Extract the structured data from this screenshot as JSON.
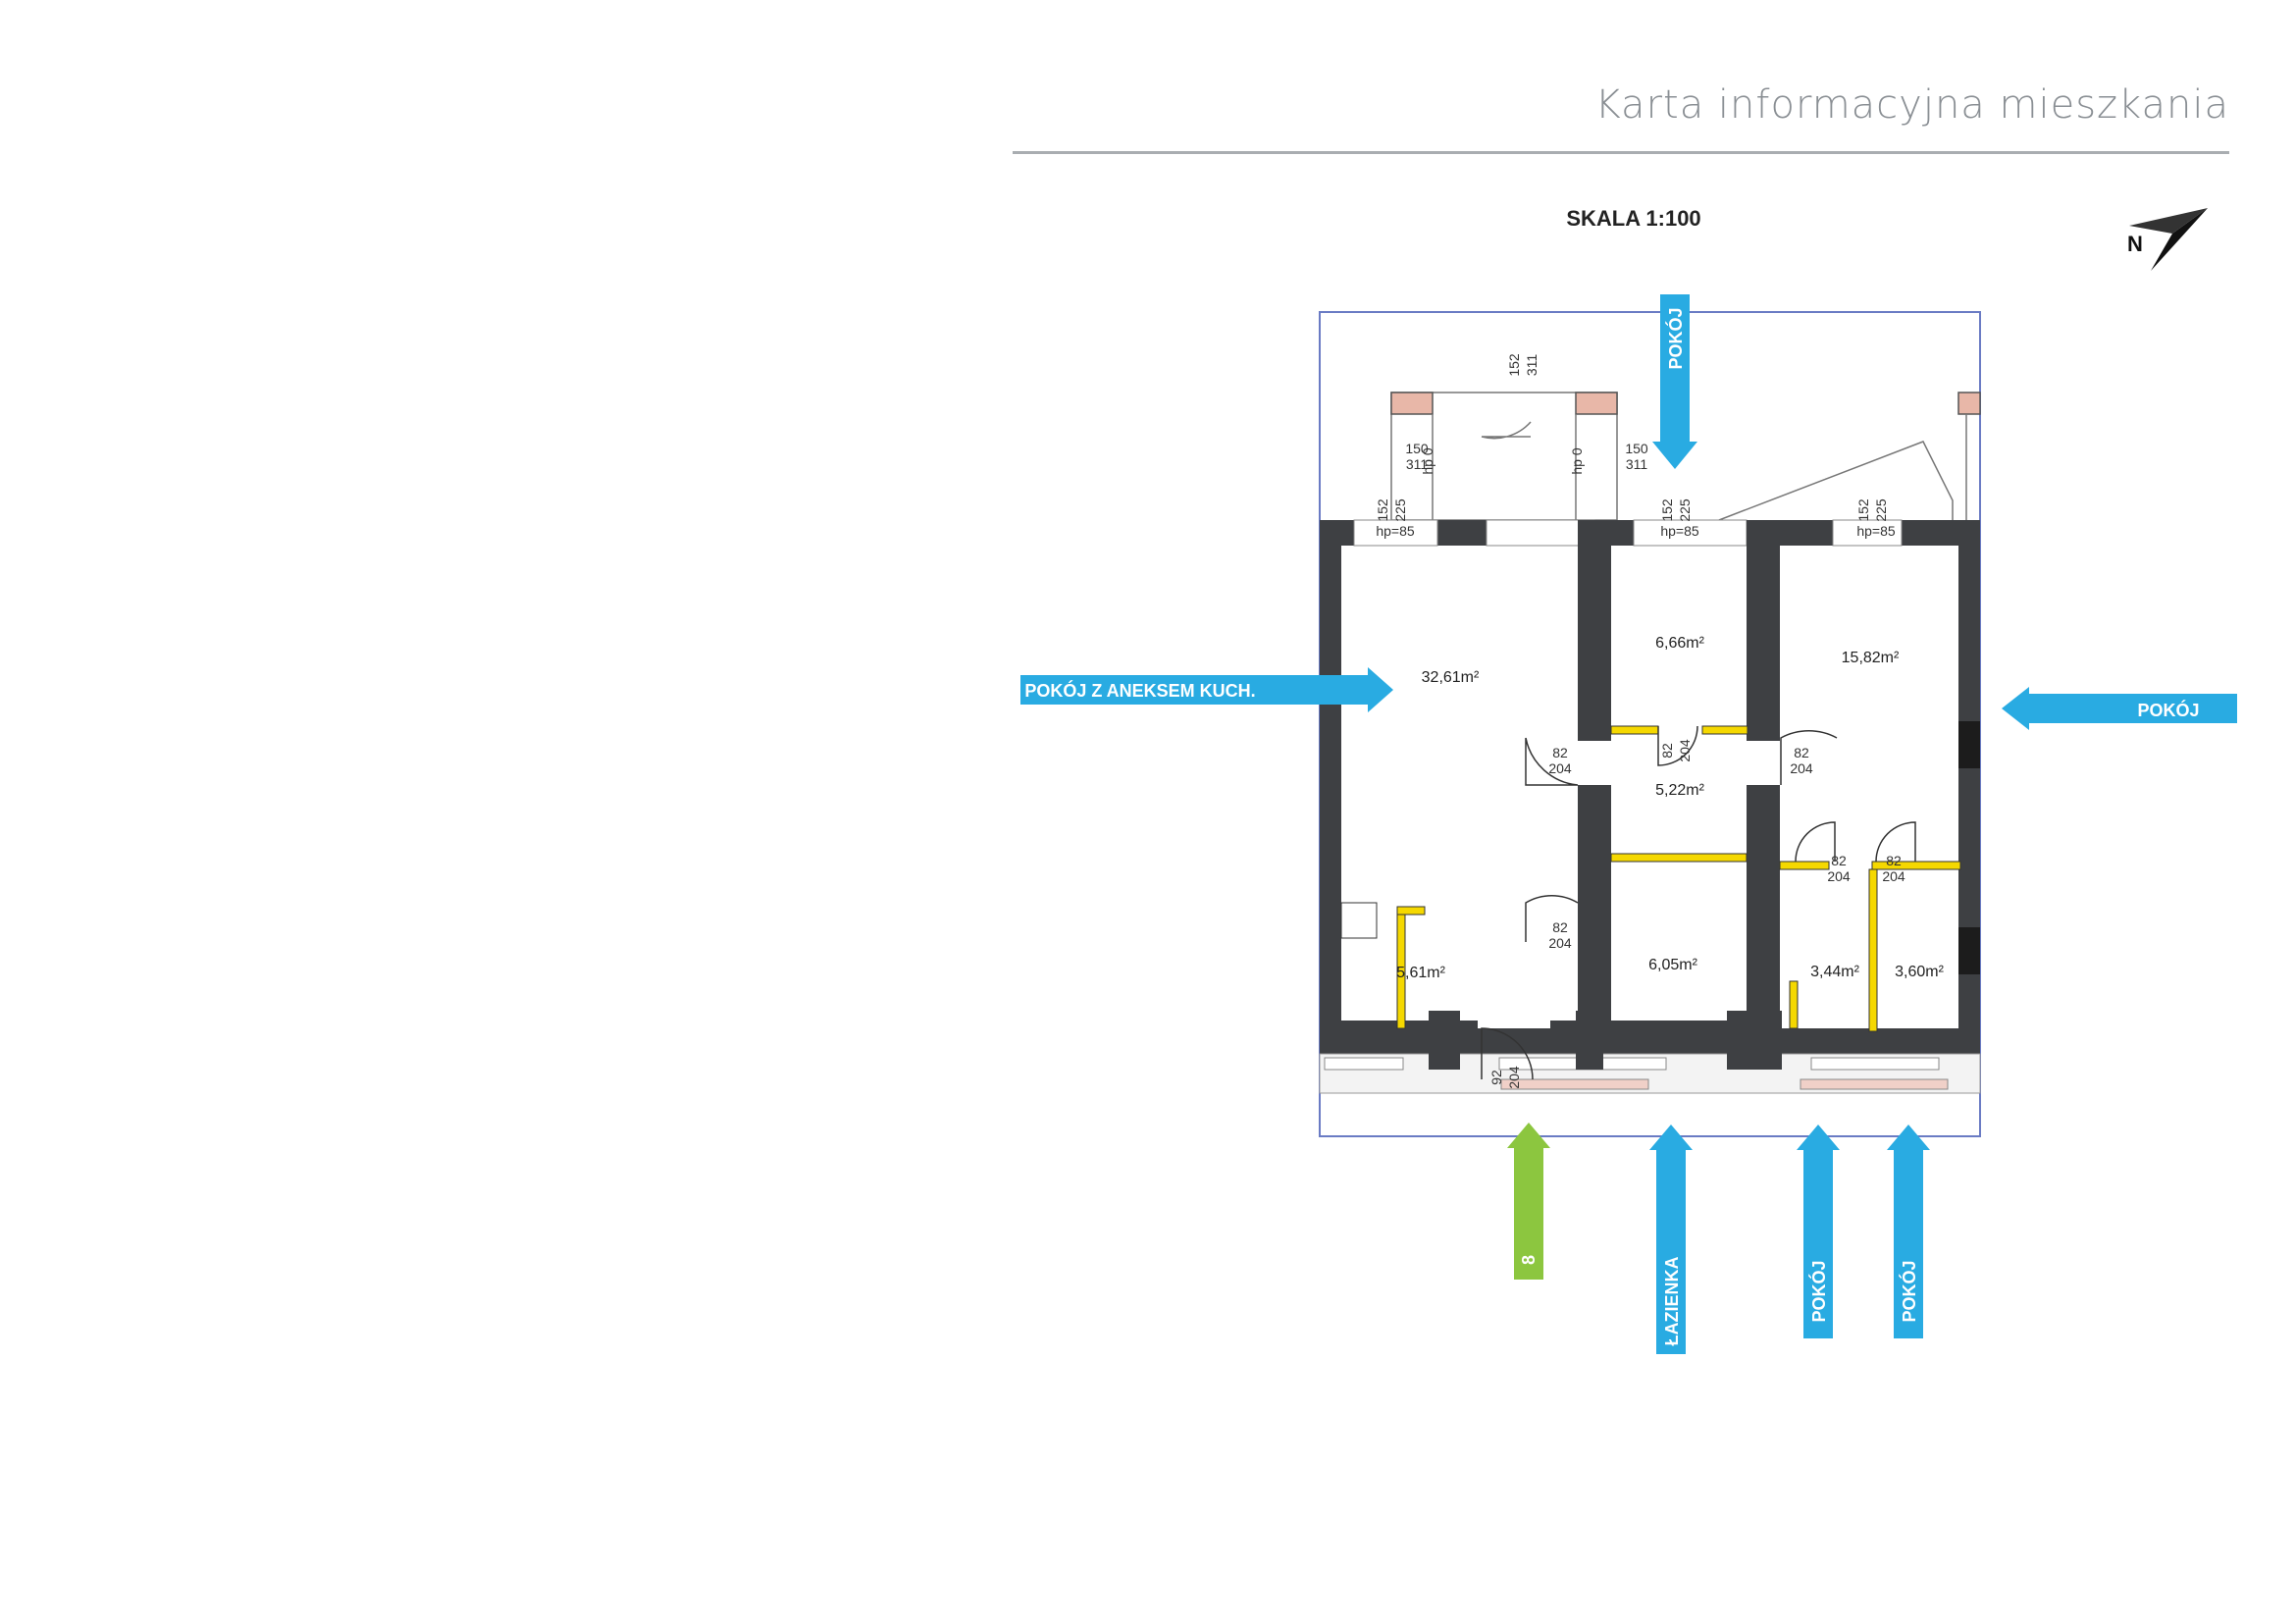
{
  "header": {
    "title": "Karta informacyjna mieszkania"
  },
  "plan": {
    "scale": "SKALA 1:100",
    "rooms": [
      {
        "area": "32,61m²"
      },
      {
        "area": "6,66m²"
      },
      {
        "area": "15,82m²"
      },
      {
        "area": "5,22m²"
      },
      {
        "area": "5,61m²"
      },
      {
        "area": "6,05m²"
      },
      {
        "area": "3,44m²"
      },
      {
        "area": "3,60m²"
      }
    ],
    "window_marks": [
      {
        "sill": "hp=85",
        "width": "152",
        "height": "225"
      },
      {
        "sill": "hp=85",
        "width": "152",
        "height": "225"
      },
      {
        "sill": "hp=85",
        "width": "152",
        "height": "225"
      }
    ],
    "balcony_marks": {
      "top_width": "152",
      "top_height": "311",
      "left_width": "150",
      "left_height": "311",
      "right_width": "150",
      "right_height": "311",
      "sill_left": "hp 0",
      "sill_right": "hp 0"
    },
    "doors": [
      {
        "width": "82",
        "height": "204"
      },
      {
        "width": "82",
        "height": "204"
      },
      {
        "width": "82",
        "height": "204"
      },
      {
        "width": "82",
        "height": "204"
      },
      {
        "width": "82",
        "height": "204"
      },
      {
        "width": "82",
        "height": "204"
      },
      {
        "width": "92",
        "height": "204"
      }
    ],
    "labels": {
      "top": "POKÓJ",
      "left": "POKÓJ Z ANEKSEM KUCH.",
      "right": "POKÓJ",
      "bottom_entry": "8",
      "bottom_bath": "ŁAZIENKA",
      "bottom_room1": "POKÓJ",
      "bottom_room2": "POKÓJ"
    }
  },
  "colors": {
    "arrow_blue": "#29abe2",
    "arrow_green": "#8cc63f",
    "wall": "#3e4043",
    "partition": "#f5d800"
  }
}
